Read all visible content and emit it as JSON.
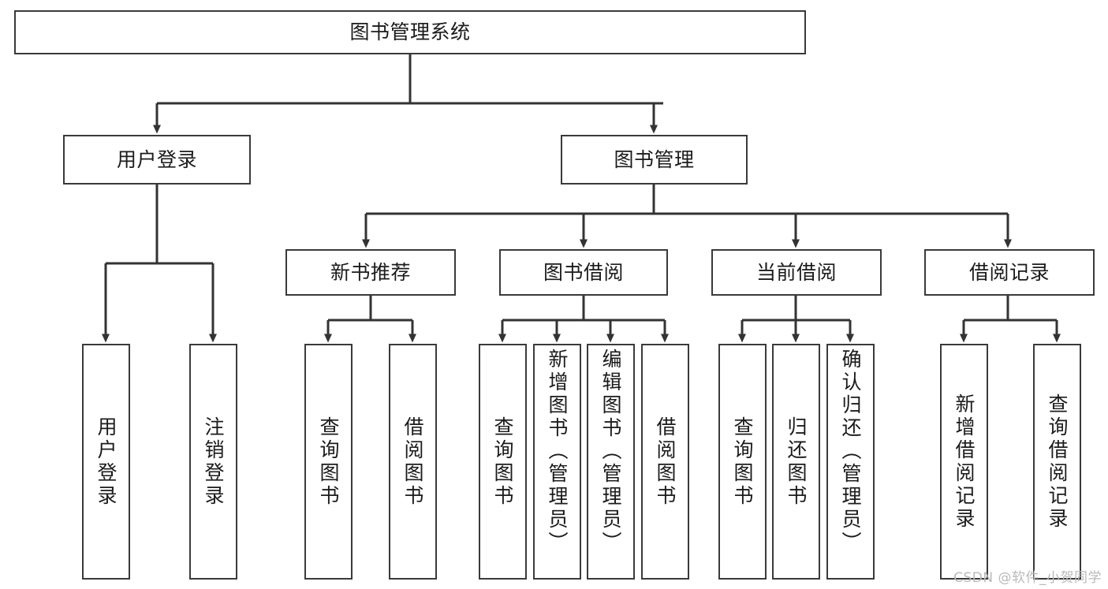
{
  "diagram": {
    "title": "图书管理系统",
    "type": "tree-hierarchy-diagram",
    "orientation": "top-down",
    "colors": {
      "node_border": "#3a3a3a",
      "node_fill": "#ffffff",
      "edge": "#333333",
      "text": "#1b1b1b",
      "watermark": "#b9b9b9",
      "background": "#ffffff"
    }
  },
  "watermark": {
    "text": "CSDN @软件_小贺同学"
  },
  "nodes": {
    "root": {
      "id": "root",
      "label": "图书管理系统",
      "level": 0
    },
    "level1": [
      {
        "id": "user-login",
        "label": "用户登录",
        "level": 1
      },
      {
        "id": "book-management",
        "label": "图书管理",
        "level": 1
      }
    ],
    "level2": [
      {
        "id": "new-book-recommend",
        "label": "新书推荐",
        "level": 2,
        "parent": "book-management"
      },
      {
        "id": "book-borrow",
        "label": "图书借阅",
        "level": 2,
        "parent": "book-management"
      },
      {
        "id": "current-borrow",
        "label": "当前借阅",
        "level": 2,
        "parent": "book-management"
      },
      {
        "id": "borrow-record",
        "label": "借阅记录",
        "level": 2,
        "parent": "book-management"
      }
    ],
    "leaves": [
      {
        "id": "leaf-user-login",
        "label": "用户登录",
        "parent": "user-login",
        "vertical_align": "center"
      },
      {
        "id": "leaf-logout-login",
        "label": "注销登录",
        "parent": "user-login",
        "vertical_align": "center"
      },
      {
        "id": "leaf-query-book-1",
        "label": "查询图书",
        "parent": "new-book-recommend",
        "vertical_align": "center"
      },
      {
        "id": "leaf-borrow-book-1",
        "label": "借阅图书",
        "parent": "new-book-recommend",
        "vertical_align": "center"
      },
      {
        "id": "leaf-query-book-2",
        "label": "查询图书",
        "parent": "book-borrow",
        "vertical_align": "center"
      },
      {
        "id": "leaf-add-book",
        "label": "新增图书（管理员）",
        "parent": "book-borrow",
        "vertical_align": "top"
      },
      {
        "id": "leaf-edit-book",
        "label": "编辑图书（管理员）",
        "parent": "book-borrow",
        "vertical_align": "top"
      },
      {
        "id": "leaf-borrow-book-2",
        "label": "借阅图书",
        "parent": "book-borrow",
        "vertical_align": "center"
      },
      {
        "id": "leaf-query-book-3",
        "label": "查询图书",
        "parent": "current-borrow",
        "vertical_align": "center"
      },
      {
        "id": "leaf-return-book",
        "label": "归还图书",
        "parent": "current-borrow",
        "vertical_align": "center"
      },
      {
        "id": "leaf-confirm-return",
        "label": "确认归还（管理员）",
        "parent": "current-borrow",
        "vertical_align": "top"
      },
      {
        "id": "leaf-add-record",
        "label": "新增借阅记录",
        "parent": "borrow-record",
        "vertical_align": "center"
      },
      {
        "id": "leaf-query-record",
        "label": "查询借阅记录",
        "parent": "borrow-record",
        "vertical_align": "center"
      }
    ]
  }
}
